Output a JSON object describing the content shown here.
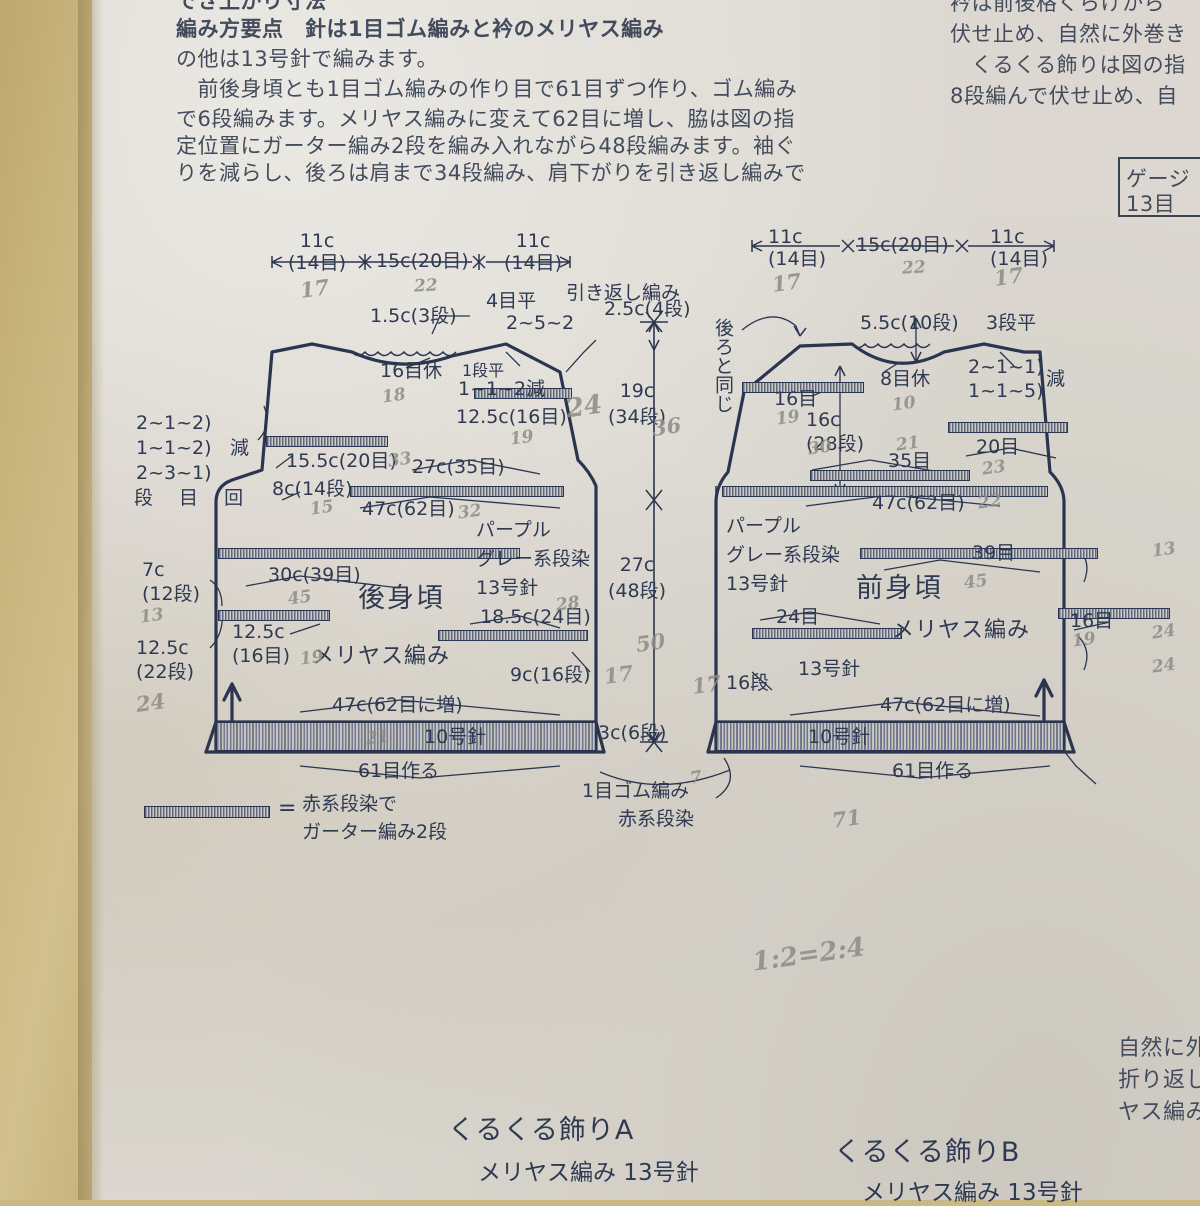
{
  "page": {
    "background_hex": "#dedad2",
    "desk_hex": "#c8b57d",
    "ink_hex": "#2b3550",
    "pencil_hex": "#8c8c86"
  },
  "instructions": {
    "heading": "編み方要点",
    "lines": [
      "でき上がり寸法",
      "編み方要点　針は1目ゴム編みと衿のメリヤス編み",
      "の他は13号針で編みます。",
      "　前後身頃とも1目ゴム編みの作り目で61目ずつ作り、ゴム編み",
      "で6段編みます。メリヤス編みに変えて62目に増し、脇は図の指",
      "定位置にガーター編み2段を編み入れながら48段編みます。袖ぐ",
      "りを減らし、後ろは肩まで34段編み、肩下がりを引き返し編みで"
    ]
  },
  "instructions_right": {
    "lines": [
      "衿は前後格くらけから",
      "伏せ止め、自然に外巻き",
      "　くるくる飾りは図の指",
      "8段編んで伏せ止め、自"
    ]
  },
  "gauge_box": {
    "line1": "ゲージ",
    "line2": "13目"
  },
  "back_piece": {
    "name": "後身頃",
    "top_widths": [
      {
        "label": "11c\n(14目)"
      },
      {
        "label": "15c(20目)"
      },
      {
        "label": "11c\n(14目)"
      }
    ],
    "neck_depth": "1.5c(3段)",
    "neck_hold": "16目休",
    "shoulder_step": "1段平",
    "shoulder_dec": "1~1~2減",
    "shoulder_width": "12.5c(16目)",
    "armhole_flat": "4目平",
    "armhole_dec": "2~5~2",
    "short_row_note": "引き返し編み",
    "side_dec_rows": [
      "2~1~2)",
      "1~1~2)",
      "2~3~1)"
    ],
    "side_dec_mark": "減",
    "side_dec_header": "段 目 回",
    "upper_band": "15.5c(20目)",
    "armhole_height": "8c(14段)",
    "chest_band": "27c(35目)",
    "chest_width": "47c(62目)",
    "yarn_note": "パープル\nグレー系段染\n13号針",
    "band_30": "30c(39目)",
    "band_18_5": "18.5c(24目)",
    "stitch_note": "メリヤス編み",
    "left_7c": "7c\n(12段)",
    "left_12_5": "12.5c\n(22段)",
    "inner_12_5": "12.5c\n(16目)",
    "rows_9c": "9c(16段)",
    "hem_increase": "47c(62目に増)",
    "hem_needle": "10号針",
    "cast_on": "61目作る"
  },
  "front_piece": {
    "name": "前身頃",
    "top_widths": [
      {
        "label": "11c\n(14目)"
      },
      {
        "label": "15c(20目)"
      },
      {
        "label": "11c\n(14目)"
      }
    ],
    "neck_depth": "5.5c(10段)",
    "neck_hold": "8目休",
    "shoulder_flat": "3段平",
    "shoulder_dec_rows": [
      "2~1~1)",
      "1~1~5)"
    ],
    "shoulder_dec_mark": "減",
    "same_as_back": "後ろと同じ",
    "band_16": "16目",
    "depth_16c": "16c\n(28段)",
    "band_35": "35目",
    "band_20": "20目",
    "chest_width": "47c(62目)",
    "yarn_note": "パープル\nグレー系段染\n13号針",
    "band_39": "39目",
    "band_24": "24目",
    "band_16b": "16目",
    "needle_note": "13号針",
    "rows_16": "16段",
    "stitch_note": "メリヤス編み",
    "hem_increase": "47c(62目に増)",
    "hem_needle": "10号針",
    "cast_on": "61目作る"
  },
  "center_dims": {
    "shoulder_slope": "2.5c(4段)",
    "armhole": "19c\n(34段)",
    "body": "27c\n(48段)",
    "rib": "3c(6段)"
  },
  "center_bottom": {
    "line1": "1目ゴム編み",
    "line2": "赤系段染"
  },
  "legend": {
    "equals": "=",
    "text": "赤系段染で\nガーター編み2段"
  },
  "bottom_captions": [
    {
      "title": "くるくる飾りA",
      "sub": "メリヤス編み 13号針"
    },
    {
      "title": "くるくる飾りB",
      "sub": "メリヤス編み 13号針"
    }
  ],
  "bottom_right_text": {
    "lines": [
      "自然に外",
      "折り返し",
      "ヤス編み"
    ]
  },
  "pencil_notes": {
    "back_top_left": "17",
    "back_top_mid": "22",
    "back_neck_hold": "18",
    "back_shoulder": "24",
    "back_shoulder_w": "19",
    "back_upper": "33",
    "back_arm": "15",
    "back_chest": "32",
    "back_30": "45",
    "back_18_5": "28",
    "back_left_7c": "13",
    "back_left_12_5": "24",
    "back_inner_12_5": "19",
    "back_rows9": "17",
    "back_hem": "21",
    "center_34": "36",
    "center_48": "50",
    "center_rib": "7",
    "front_top_left": "17",
    "front_top_mid": "22",
    "front_top_right": "17",
    "front_neck_hold": "10",
    "front_16": "19",
    "front_28": "30",
    "front_35": "21",
    "front_20": "23",
    "front_chest": "22",
    "front_39": "45",
    "front_24": "24",
    "front_16b": "19",
    "front_rows16": "17",
    "front_right_12": "13",
    "front_right_22": "24",
    "front_hem": "71",
    "ratio_note": "1:2=2:4"
  }
}
